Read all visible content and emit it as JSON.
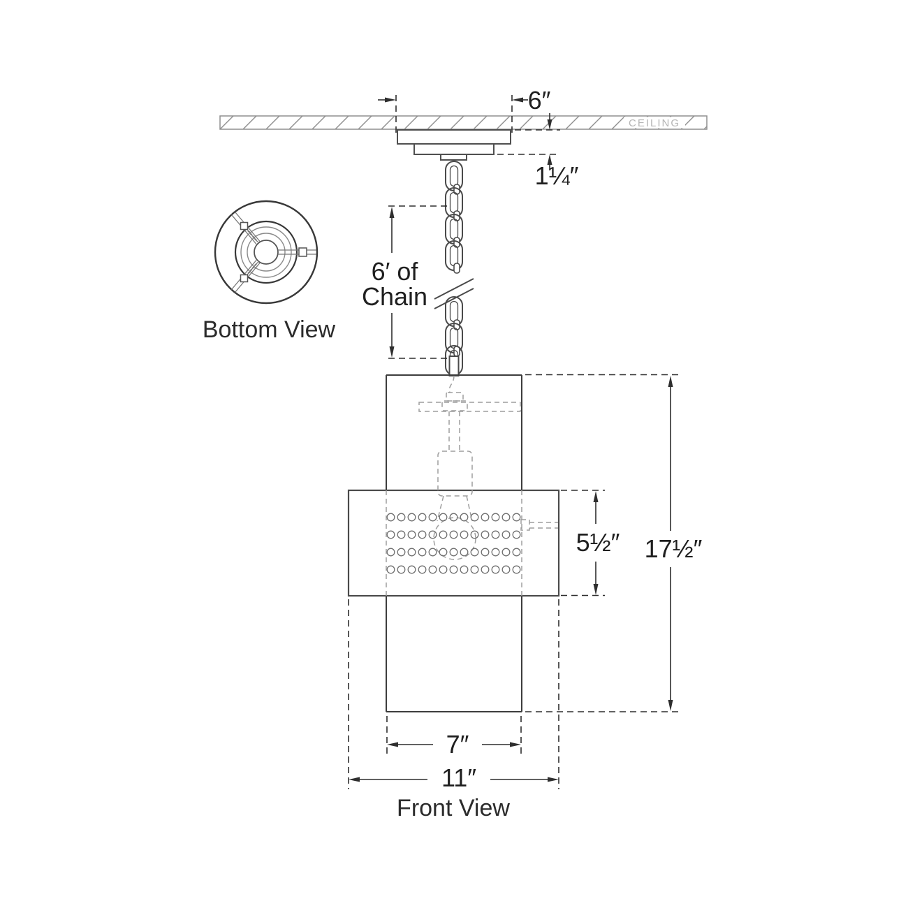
{
  "drawing": {
    "ceiling": {
      "label": "CEILING"
    },
    "views": {
      "front_label": "Front View",
      "bottom_label": "Bottom View"
    },
    "dimensions": {
      "canopy_width": "6″",
      "canopy_height": "1¼″",
      "chain_length_line1": "6′ of",
      "chain_length_line2": "Chain",
      "band_height": "5½″",
      "overall_height": "17½″",
      "inner_cylinder_width": "7″",
      "outer_band_width": "11″"
    },
    "colors": {
      "background": "#ffffff",
      "fixture_lines": "#3d3d3d",
      "dimension_lines": "#2e2e2e",
      "hidden_lines": "#9e9e9e",
      "ceiling_lines": "#8f8f8f",
      "ceiling_text": "#b5b5b5",
      "label_text": "#1f1f1f"
    }
  }
}
